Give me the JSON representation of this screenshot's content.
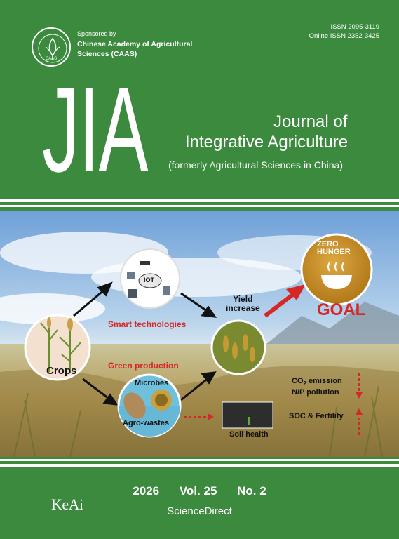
{
  "header": {
    "sponsored_label": "Sponsored by",
    "sponsor_name": "Chinese Academy of Agricultural Sciences (CAAS)",
    "logo_text": "CAAS",
    "issn": "ISSN 2095-3119",
    "online_issn": "Online ISSN 2352-3425",
    "journal_abbrev": "JIA",
    "journal_line1": "Journal of",
    "journal_line2": "Integrative Agriculture",
    "journal_formerly": "(formerly Agricultural Sciences in China)"
  },
  "cover_graphic": {
    "crops": "Crops",
    "iot": "IOT",
    "smart_technologies": "Smart technologies",
    "green_production": "Green production",
    "microbes": "Microbes",
    "agro_wastes": "Agro-wastes",
    "yield_increase_1": "Yield",
    "yield_increase_2": "increase",
    "zero_hunger_1": "ZERO",
    "zero_hunger_2": "HUNGER",
    "goal": "GOAL",
    "soil_health": "Soil health",
    "co2_emission_prefix": "CO",
    "co2_subscript": "2",
    "co2_emission_suffix": " emission",
    "np_pollution": "N/P pollution",
    "soc_fertility": "SOC & Fertility"
  },
  "footer": {
    "year": "2026",
    "volume": "Vol. 25",
    "number": "No. 2",
    "publisher_platform": "ScienceDirect",
    "publisher_logo": "KeAi"
  },
  "colors": {
    "background": "#3b8a3e",
    "accent_red": "#d62727",
    "goal_gold": "#c8922a"
  }
}
